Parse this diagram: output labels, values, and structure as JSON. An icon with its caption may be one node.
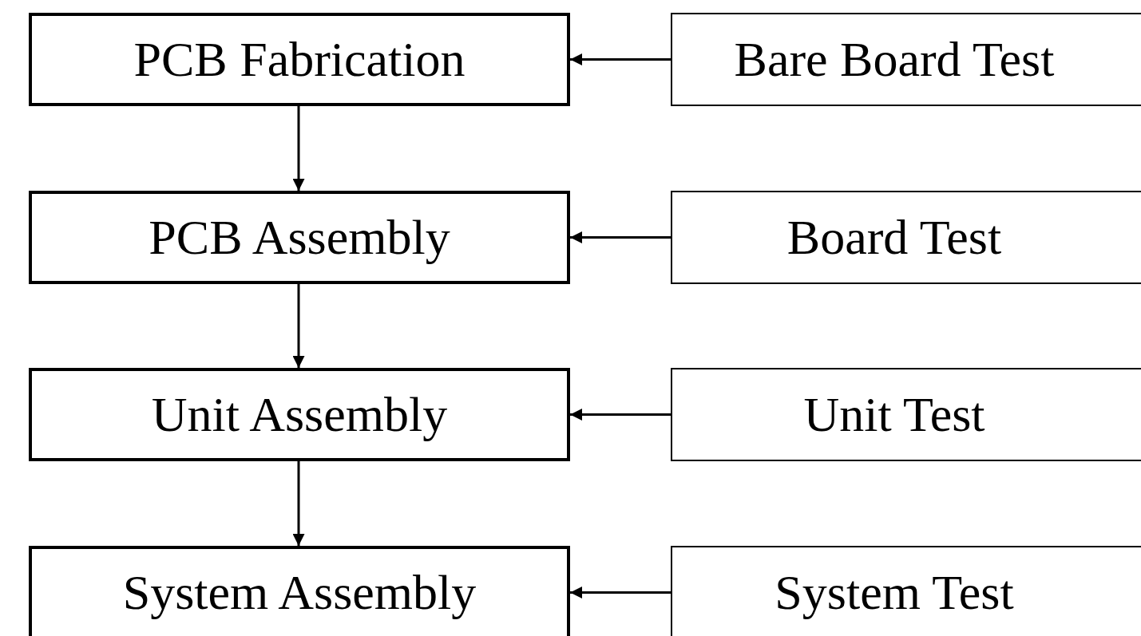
{
  "diagram": {
    "nodes": [
      {
        "text": [
          "PCB Fabrication"
        ]
      },
      {
        "text": [
          "Bare Board Test"
        ]
      },
      {
        "text": [
          "PCB Assembly"
        ]
      },
      {
        "text": [
          "Board Test"
        ]
      },
      {
        "text": [
          "Unit Assembly"
        ]
      },
      {
        "text": [
          "Unit Test"
        ]
      },
      {
        "text": [
          "System Assembly"
        ]
      },
      {
        "text": [
          "System Test"
        ]
      }
    ],
    "edges": [
      {
        "from": 0,
        "to": 2,
        "arrow": "to"
      },
      {
        "from": 2,
        "to": 4,
        "arrow": "to"
      },
      {
        "from": 4,
        "to": 6,
        "arrow": "to"
      },
      {
        "from": 1,
        "to": 0,
        "arrow": "to"
      },
      {
        "from": 3,
        "to": 2,
        "arrow": "to"
      },
      {
        "from": 5,
        "to": 4,
        "arrow": "to"
      },
      {
        "from": 7,
        "to": 6,
        "arrow": "to"
      }
    ]
  }
}
